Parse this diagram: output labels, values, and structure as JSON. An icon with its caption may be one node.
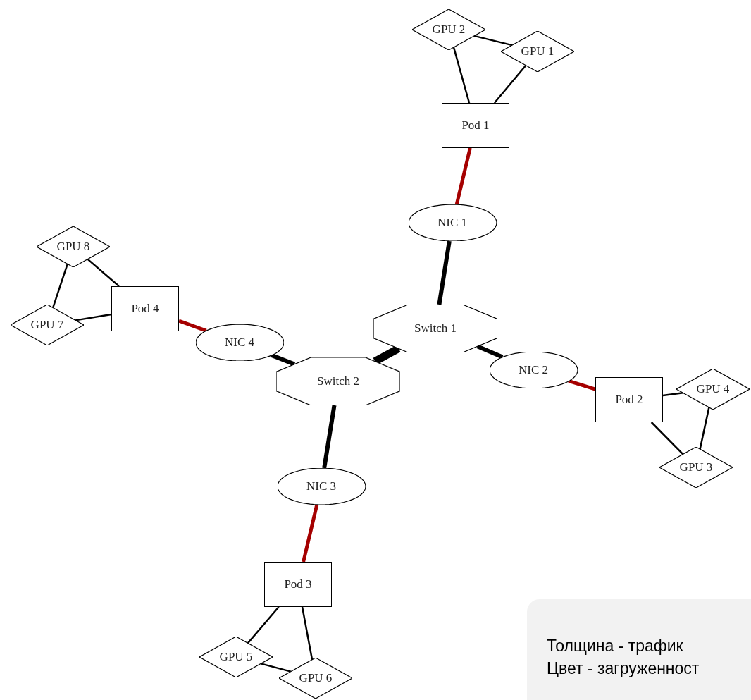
{
  "diagram": {
    "nodes": [
      {
        "text": [
          "Pod 1"
        ]
      },
      {
        "text": [
          "GPU 2"
        ]
      },
      {
        "text": [
          "GPU 1"
        ]
      },
      {
        "text": [
          "NIC 1"
        ]
      },
      {
        "text": [
          "Switch 1"
        ]
      },
      {
        "text": [
          "NIC 2"
        ]
      },
      {
        "text": [
          "Pod 2"
        ]
      },
      {
        "text": [
          "GPU 4"
        ]
      },
      {
        "text": [
          "GPU 3"
        ]
      },
      {
        "text": [
          "GPU 8"
        ]
      },
      {
        "text": [
          "GPU 7"
        ]
      },
      {
        "text": [
          "Pod 4"
        ]
      },
      {
        "text": [
          "NIC 4"
        ]
      },
      {
        "text": [
          "Switch 2"
        ]
      },
      {
        "text": [
          "NIC 3"
        ]
      },
      {
        "text": [
          "Pod 3"
        ]
      },
      {
        "text": [
          "GPU 5"
        ]
      },
      {
        "text": [
          "GPU 6"
        ]
      }
    ],
    "edges": [
      {
        "from": 0,
        "to": 1,
        "arrow": "none"
      },
      {
        "from": 0,
        "to": 2,
        "arrow": "none"
      },
      {
        "from": 1,
        "to": 2,
        "arrow": "none"
      },
      {
        "from": 0,
        "to": 3,
        "arrow": "none",
        "style": "thick",
        "color": "#a50000"
      },
      {
        "from": 3,
        "to": 4,
        "arrow": "none",
        "style": "thick"
      },
      {
        "from": 4,
        "to": 5,
        "arrow": "none",
        "style": "thick"
      },
      {
        "from": 5,
        "to": 6,
        "arrow": "none",
        "style": "thick",
        "color": "#a50000"
      },
      {
        "from": 6,
        "to": 7,
        "arrow": "none"
      },
      {
        "from": 6,
        "to": 8,
        "arrow": "none"
      },
      {
        "from": 7,
        "to": 8,
        "arrow": "none"
      },
      {
        "from": 4,
        "to": 13,
        "arrow": "none",
        "style": "thick"
      },
      {
        "from": 13,
        "to": 12,
        "arrow": "none",
        "style": "thick"
      },
      {
        "from": 12,
        "to": 11,
        "arrow": "none",
        "style": "thick",
        "color": "#a50000"
      },
      {
        "from": 11,
        "to": 9,
        "arrow": "none"
      },
      {
        "from": 11,
        "to": 10,
        "arrow": "none"
      },
      {
        "from": 9,
        "to": 10,
        "arrow": "none"
      },
      {
        "from": 13,
        "to": 14,
        "arrow": "none",
        "style": "thick"
      },
      {
        "from": 14,
        "to": 15,
        "arrow": "none",
        "style": "thick",
        "color": "#a50000"
      },
      {
        "from": 15,
        "to": 16,
        "arrow": "none"
      },
      {
        "from": 15,
        "to": 17,
        "arrow": "none"
      },
      {
        "from": 16,
        "to": 17,
        "arrow": "none"
      }
    ],
    "labels": [
      "Толщина - трафик",
      "Цвет - загруженност"
    ]
  }
}
